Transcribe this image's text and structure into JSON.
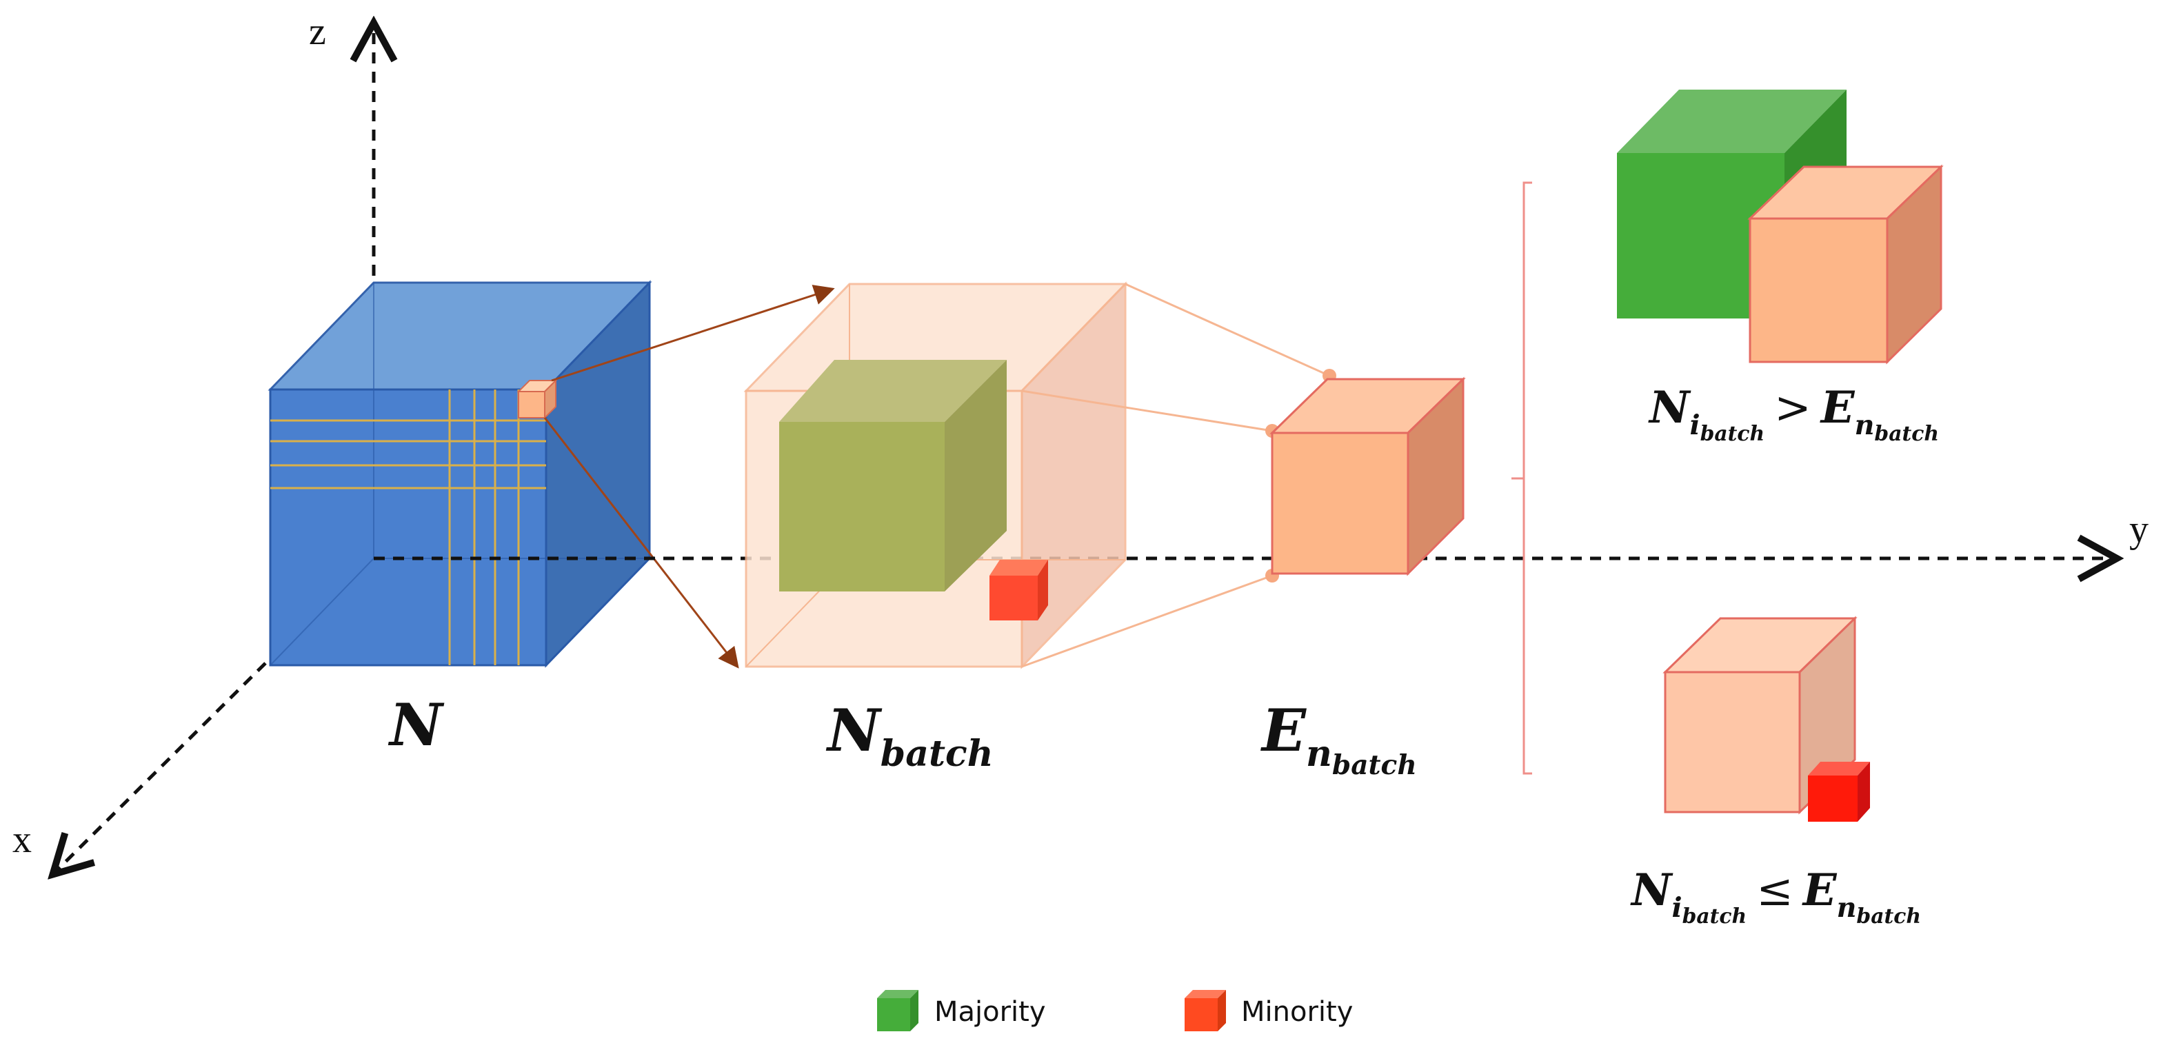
{
  "axes": {
    "x": "x",
    "y": "y",
    "z": "z"
  },
  "labels": {
    "n": {
      "base": "N"
    },
    "n_batch": {
      "base": "N",
      "sub": "batch"
    },
    "e_n_batch": {
      "base": "E",
      "sub": "n",
      "subsub": "batch"
    },
    "condition_greater": {
      "left_base": "N",
      "left_sub": "i",
      "left_subsub": "batch",
      "operator": ">",
      "right_base": "E",
      "right_sub": "n",
      "right_subsub": "batch"
    },
    "condition_less_equal": {
      "left_base": "N",
      "left_sub": "i",
      "left_subsub": "batch",
      "operator": "≤",
      "right_base": "E",
      "right_sub": "n",
      "right_subsub": "batch"
    }
  },
  "legend": {
    "majority": "Majority",
    "minority": "Minority"
  },
  "colors": {
    "blue": "#4a80cf",
    "peach": "#fdb688",
    "green": "#45ad3a",
    "olive": "#a9b15a",
    "red": "#ff1a0a",
    "minority_red": "#ff4a30"
  }
}
